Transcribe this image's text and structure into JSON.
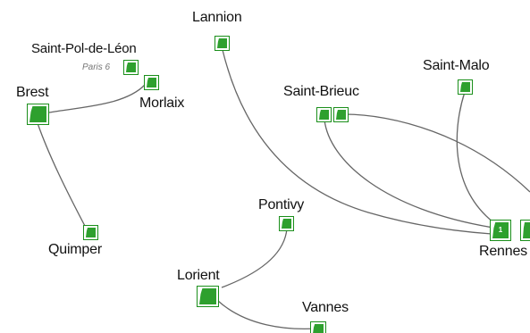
{
  "places": {
    "lannion": "Lannion",
    "saint_pol": "Saint-Pol-de-Léon",
    "saint_pol_note": "Paris 6",
    "brest": "Brest",
    "morlaix": "Morlaix",
    "saint_malo": "Saint-Malo",
    "saint_brieuc": "Saint-Brieuc",
    "quimper": "Quimper",
    "pontivy": "Pontivy",
    "lorient": "Lorient",
    "vannes": "Vannes",
    "rennes": "Rennes",
    "rennes_badge": "1"
  },
  "colors": {
    "marker_fill": "#2ea02e",
    "marker_border": "#1b8f1b",
    "route": "#666666"
  }
}
